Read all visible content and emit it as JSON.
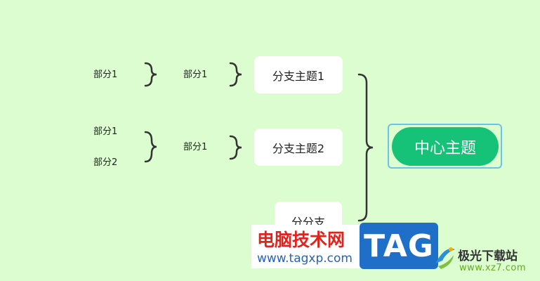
{
  "mindmap": {
    "center_topic": "中心主题",
    "branches": [
      {
        "label": "分支主题1"
      },
      {
        "label": "分支主题2"
      },
      {
        "label": "分分支"
      }
    ],
    "subnodes": {
      "b1_part": "部分1",
      "b1_sub": "部分1",
      "b2_part": "部分1",
      "b2_sub_1": "部分1",
      "b2_sub_2": "部分2"
    }
  },
  "watermark": {
    "title": "电脑技术网",
    "url": "www.tagxp.com",
    "tag": "TAG",
    "site_name": "极光下载站",
    "site_url": "www.xz7.com"
  },
  "colors": {
    "background": "#dcfdd0",
    "center_fill": "#16c178",
    "selection_border": "#6cc3e8",
    "brace": "#333333"
  }
}
